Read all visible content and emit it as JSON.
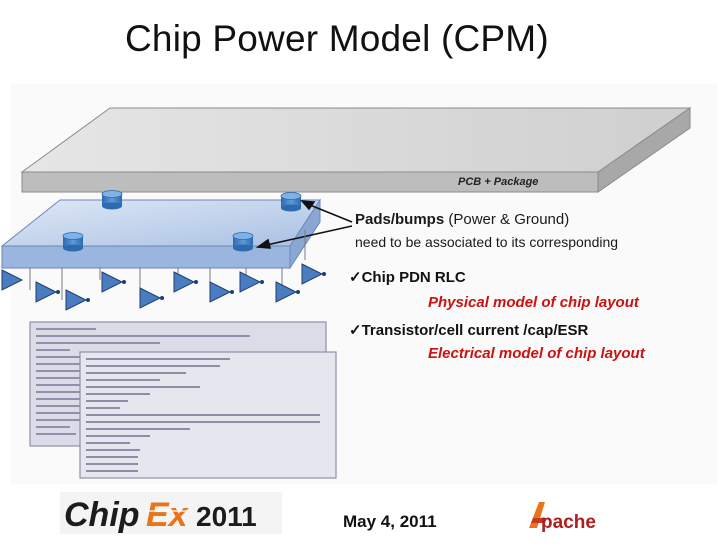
{
  "title": "Chip Power Model (CPM)",
  "pcb_label": "PCB + Package",
  "pads": {
    "bold": "Pads/bumps",
    "rest": " (Power & Ground)",
    "line2": "need to be associated to its corresponding"
  },
  "items": [
    {
      "label": "Chip PDN RLC",
      "sub": "Physical model of chip layout"
    },
    {
      "label": "Transistor/cell current /cap/ESR",
      "sub": "Electrical model of chip layout"
    }
  ],
  "date": "May 4, 2011",
  "logos": {
    "left_text": "ChipEx 2011",
    "right_text": "Apache"
  },
  "colors": {
    "accent_red": "#cc1111",
    "pcb_fill": "#d8d8d8",
    "chip_fill": "#b8cdea",
    "driver_blue": "#4a7cc0"
  },
  "icons": [
    "checkmark-icon",
    "driver-triangle-icon",
    "bump-cylinder-icon"
  ]
}
